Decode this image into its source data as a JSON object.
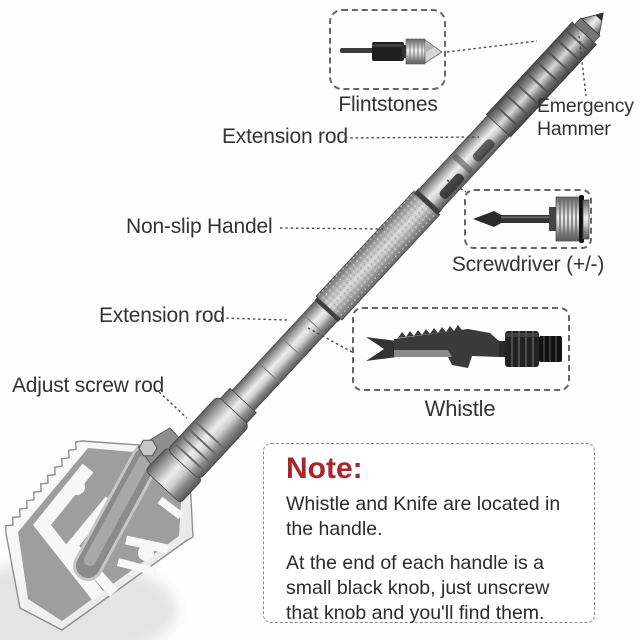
{
  "labels": {
    "flintstones": "Flintstones",
    "emergency_hammer": "Emergency Hammer",
    "extension_rod_top": "Extension rod",
    "non_slip_handle": "Non-slip Handel",
    "extension_rod_lower": "Extension rod",
    "adjust_screw_rod": "Adjust screw rod",
    "screwdriver": "Screwdriver (+/-)",
    "whistle": "Whistle"
  },
  "note": {
    "title": "Note:",
    "line1": "Whistle and Knife are located in the handle.",
    "line2": "At the end of each handle is a small black knob, just unscrew that knob and you'll find them."
  },
  "icons": {
    "shovel": "folding-shovel-with-extension-rods",
    "flintstone_tool": "flintstone-fire-starter",
    "screwdriver_tool": "flat-and-cross-screwdriver-bit",
    "whistle_tool": "whistle-knife-bottle-opener-multitool",
    "hammer_tip": "emergency-hammer-cone-tip"
  },
  "colors": {
    "note_title": "#aa2626",
    "label_text": "#333333",
    "connector_line": "#4a4a4a",
    "callout_border": "#666666",
    "blade_gray": "#9e9e9e",
    "metal_light": "#ededed",
    "metal_dark": "#565656",
    "background": "#fefefe"
  }
}
